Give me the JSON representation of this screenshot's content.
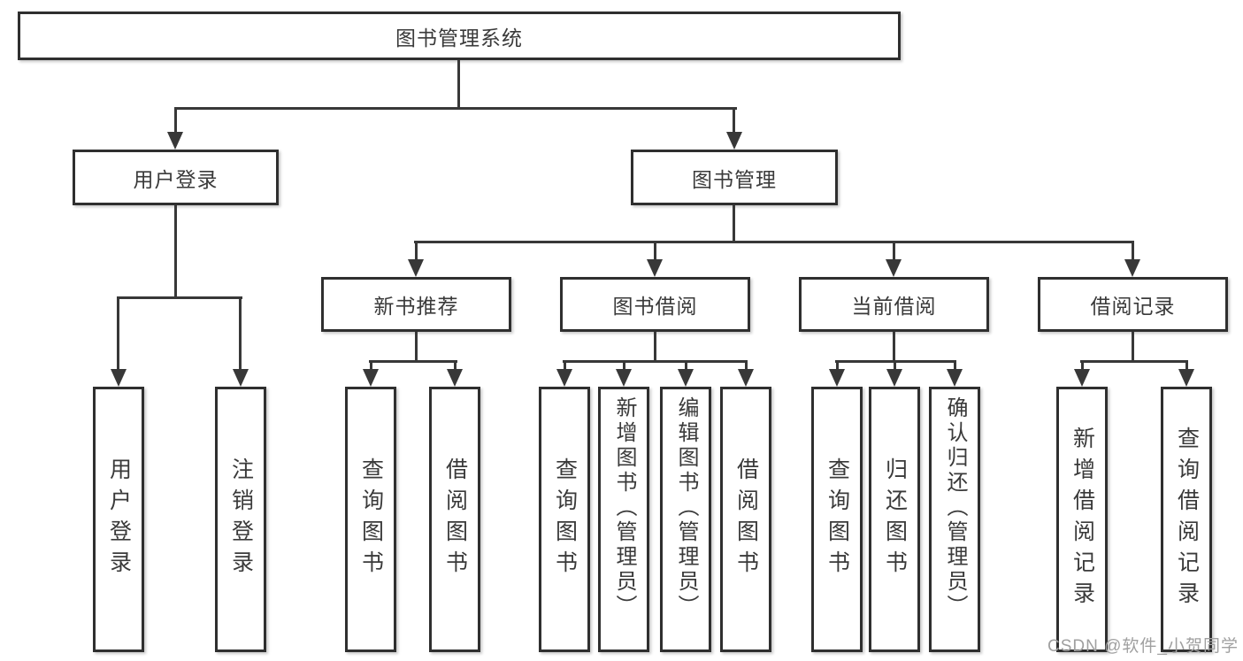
{
  "diagram": {
    "root": {
      "label": "图书管理系统"
    },
    "branches": [
      {
        "label": "用户登录",
        "children": [
          {
            "label": "用户登录"
          },
          {
            "label": "注销登录"
          }
        ]
      },
      {
        "label": "图书管理",
        "sections": [
          {
            "label": "新书推荐",
            "children": [
              {
                "label": "查询图书"
              },
              {
                "label": "借阅图书"
              }
            ]
          },
          {
            "label": "图书借阅",
            "children": [
              {
                "label": "查询图书"
              },
              {
                "label": "新增图书（管理员）"
              },
              {
                "label": "编辑图书（管理员）"
              },
              {
                "label": "借阅图书"
              }
            ]
          },
          {
            "label": "当前借阅",
            "children": [
              {
                "label": "查询图书"
              },
              {
                "label": "归还图书"
              },
              {
                "label": "确认归还（管理员）"
              }
            ]
          },
          {
            "label": "借阅记录",
            "children": [
              {
                "label": "新增借阅记录"
              },
              {
                "label": "查询借阅记录"
              }
            ]
          }
        ]
      }
    ]
  },
  "watermark": {
    "text": "CSDN @软件_小贺同学"
  },
  "colors": {
    "line": "#383838",
    "box_border": "#2f2f2f",
    "text": "#3a3a3a",
    "watermark": "#a0a0a0",
    "background": "#ffffff"
  }
}
